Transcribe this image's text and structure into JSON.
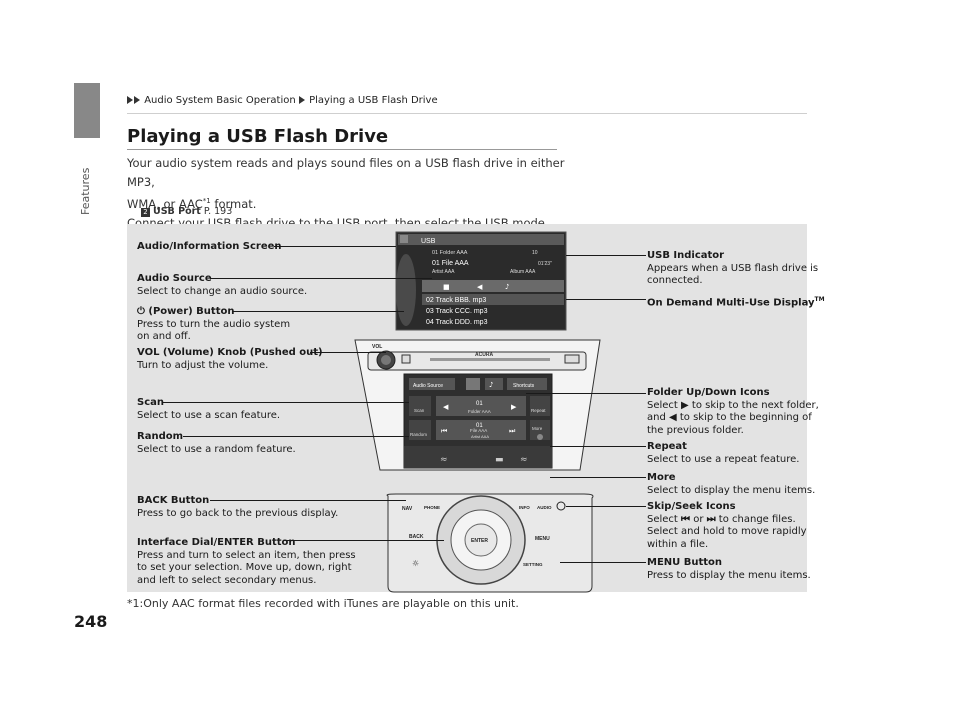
{
  "page": {
    "number": "248",
    "section": "Features"
  },
  "breadcrumb": {
    "level1": "Audio System Basic Operation",
    "level2": "Playing a USB Flash Drive"
  },
  "title": "Playing a USB Flash Drive",
  "intro": {
    "line1": "Your audio system reads and plays sound files on a USB flash drive in either MP3,",
    "line2a": "WMA, or AAC",
    "line2sup": "*1",
    "line2b": " format.",
    "line3": "Connect your USB flash drive to the USB port, then select the USB mode."
  },
  "reference": {
    "label": "USB Port",
    "page": "P. 193"
  },
  "screen": {
    "source": "USB",
    "folder": "01 Folder AAA",
    "file": "01 File AAA",
    "time": "01'23\"",
    "artist": "Artist AAA",
    "album": "Album AAA",
    "volume": "10",
    "tracks": [
      "02 Track BBB. mp3",
      "03 Track CCC. mp3",
      "04 Track DDD. mp3"
    ]
  },
  "console": {
    "vol": "VOL",
    "brand": "ACURA",
    "audio_source": "Audio Source",
    "shortcuts": "Shortcuts",
    "folder_num": "01",
    "folder_name": "Folder AAA",
    "file_num": "01",
    "file_name": "File AAA",
    "artist": "Artist AAA",
    "scan": "Scan",
    "repeat": "Repeat",
    "random": "Random",
    "more": "More"
  },
  "controller": {
    "nav": "NAV",
    "phone": "PHONE",
    "info": "INFO",
    "audio": "AUDIO",
    "back": "BACK",
    "enter": "ENTER",
    "menu": "MENU",
    "setting": "SETTING"
  },
  "callouts_left": {
    "audio_screen": {
      "title": "Audio/Information Screen"
    },
    "audio_source": {
      "title": "Audio Source",
      "desc": "Select to change an audio source."
    },
    "power": {
      "title": "(Power) Button",
      "desc1": "Press to turn the audio system",
      "desc2": "on and off."
    },
    "vol": {
      "title": "VOL (Volume) Knob (Pushed out)",
      "desc": "Turn to adjust the volume."
    },
    "scan": {
      "title": "Scan",
      "desc": "Select to use a scan feature."
    },
    "random": {
      "title": "Random",
      "desc": "Select to use a random feature."
    },
    "back": {
      "title": "BACK Button",
      "desc": "Press to go back to the previous display."
    },
    "dial": {
      "title": "Interface Dial/ENTER Button",
      "desc1": "Press and turn to select an item, then press",
      "desc2": "to set your selection. Move up, down, right",
      "desc3": "and left to select secondary menus."
    }
  },
  "callouts_right": {
    "usb": {
      "title": "USB Indicator",
      "desc1": "Appears when a USB flash drive is",
      "desc2": "connected."
    },
    "odmd": {
      "title": "On Demand Multi-Use Display",
      "tm": "TM"
    },
    "folder": {
      "title": "Folder Up/Down Icons",
      "desc1a": "Select ",
      "desc1b": " to skip to the next folder,",
      "desc2a": "and ",
      "desc2b": " to skip to the beginning of",
      "desc3": "the previous folder."
    },
    "repeat": {
      "title": "Repeat",
      "desc": "Select to use a repeat feature."
    },
    "more": {
      "title": "More",
      "desc": "Select to display the menu items."
    },
    "skip": {
      "title": "Skip/Seek Icons",
      "desc1a": "Select ",
      "desc1mid": " or ",
      "desc1b": " to change files.",
      "desc2": "Select and hold to move rapidly",
      "desc3": "within a file."
    },
    "menu": {
      "title": "MENU Button",
      "desc": "Press to display the menu items."
    }
  },
  "footnote": "*1:Only AAC format files recorded with iTunes are playable on this unit.",
  "colors": {
    "panel": "#e3e3e3",
    "tab": "#888888",
    "screen": "#2b2b2b",
    "device": "#3a3a3a"
  }
}
